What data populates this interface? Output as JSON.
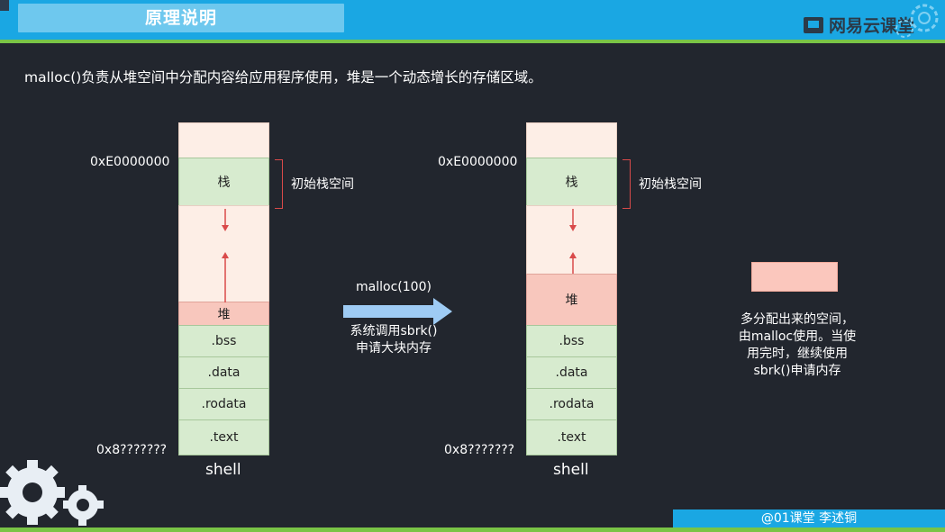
{
  "header": {
    "title": "原理说明",
    "logo_text": "网易云课堂"
  },
  "intro": "malloc()负责从堆空间中分配内容给应用程序使用，堆是一个动态增长的存储区域。",
  "left_diagram": {
    "addr_top": "0xE0000000",
    "addr_bottom": "0x8???????",
    "stack_label": "栈",
    "heap_label": "堆",
    "bss": ".bss",
    "data": ".data",
    "rodata": ".rodata",
    "text": ".text",
    "shell": "shell",
    "stack_note": "初始栈空间"
  },
  "center": {
    "call_label": "malloc(100)",
    "desc_line1": "系统调用sbrk()",
    "desc_line2": "申请大块内存"
  },
  "right_diagram": {
    "addr_top": "0xE0000000",
    "addr_bottom": "0x8???????",
    "stack_label": "栈",
    "heap_label": "堆",
    "bss": ".bss",
    "data": ".data",
    "rodata": ".rodata",
    "text": ".text",
    "shell": "shell",
    "stack_note": "初始栈空间"
  },
  "legend": {
    "line1": "多分配出来的空间，",
    "line2": "由malloc使用。当使",
    "line3": "用完时，继续使用",
    "line4": "sbrk()申请内存"
  },
  "footer": {
    "credit": "@01课堂 李述铜"
  },
  "colors": {
    "topbar": "#1aa7e3",
    "accent_green": "#79c446",
    "background": "#22262e",
    "stack_green": "#d7ebcf",
    "heap_pink": "#f8c7bd",
    "free_pale": "#fdeee6",
    "arrow_red": "#d94a4a",
    "call_arrow": "#9ecbf4"
  }
}
